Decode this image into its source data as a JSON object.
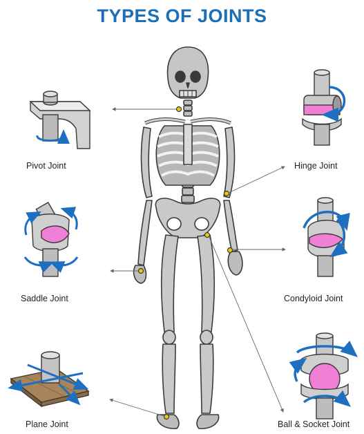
{
  "title": "TYPES OF JOINTS",
  "joints": [
    {
      "label": "Pivot Joint",
      "icon": "pivot-joint-icon"
    },
    {
      "label": "Hinge Joint",
      "icon": "hinge-joint-icon"
    },
    {
      "label": "Saddle Joint",
      "icon": "saddle-joint-icon"
    },
    {
      "label": "Condyloid Joint",
      "icon": "condyloid-joint-icon"
    },
    {
      "label": "Plane Joint",
      "icon": "plane-joint-icon"
    },
    {
      "label": "Ball & Socket Joint",
      "icon": "ball-socket-joint-icon"
    }
  ],
  "colors": {
    "title": "#1b6fb8",
    "bone": "#c8c8c8",
    "bone_dark": "#7a7a7a",
    "outline": "#3a3a3a",
    "arrow": "#1f6fc0",
    "cartilage": "#f07fd6",
    "joint_marker": "#f2c40f"
  }
}
